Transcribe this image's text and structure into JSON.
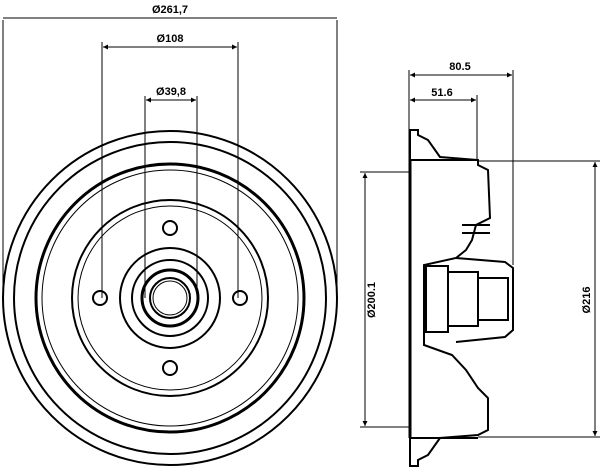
{
  "title": "Brake drum technical drawing",
  "front_view": {
    "dim_outer": "Ø261,7",
    "dim_bolt_circle": "Ø108",
    "dim_center_bore": "Ø39,8"
  },
  "side_view": {
    "dim_total_height": "80.5",
    "dim_drum_depth": "51.6",
    "dim_inner_diameter": "Ø200.1",
    "dim_flange_diameter": "Ø216"
  }
}
